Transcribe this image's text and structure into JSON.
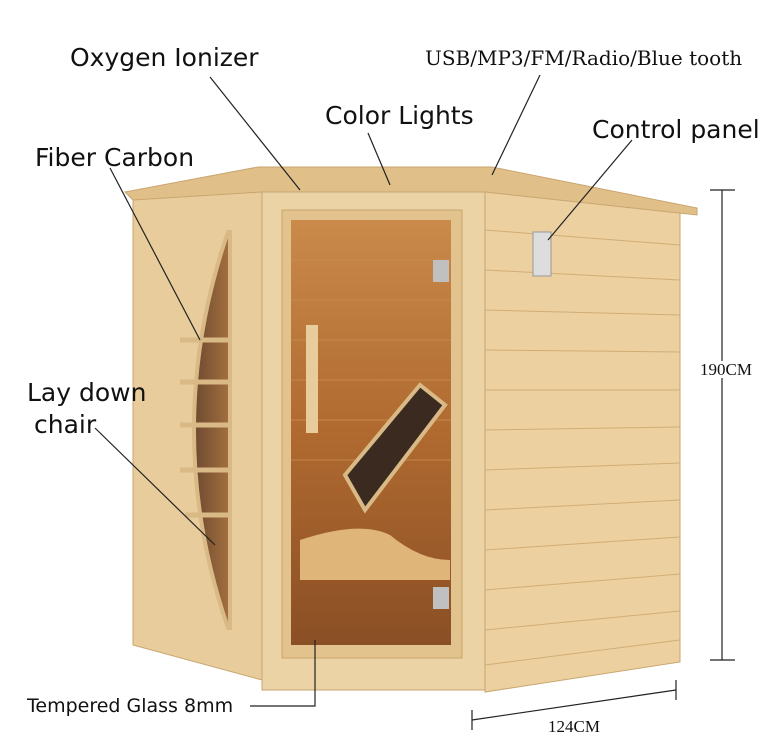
{
  "labels": {
    "oxygen_ionizer": "Oxygen Ionizer",
    "usb": "USB/MP3/FM/Radio/Blue tooth",
    "color_lights": "Color Lights",
    "control_panel": "Control panel",
    "fiber_carbon": "Fiber Carbon",
    "lay_down_chair_1": "Lay down",
    "lay_down_chair_2": "chair",
    "tempered_glass": "Tempered Glass 8mm"
  },
  "dimensions": {
    "height": "190CM",
    "width": "124CM"
  },
  "colors": {
    "wood": "#e6c795",
    "wood_dark": "#d4b07a",
    "glass": "#b8753a"
  }
}
